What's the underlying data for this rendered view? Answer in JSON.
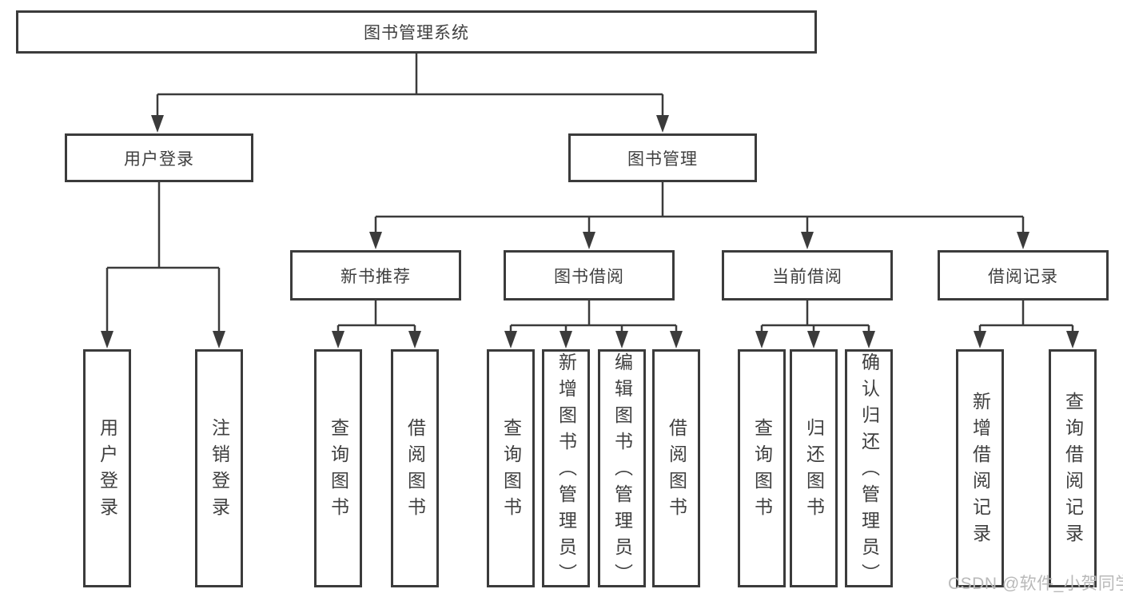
{
  "diagram": {
    "title": "图书管理系统",
    "root": {
      "label": "图书管理系统"
    },
    "level2": [
      {
        "id": "user-login",
        "label": "用户登录"
      },
      {
        "id": "book-management",
        "label": "图书管理"
      }
    ],
    "level3": [
      {
        "id": "new-book-recommend",
        "label": "新书推荐"
      },
      {
        "id": "book-borrow",
        "label": "图书借阅"
      },
      {
        "id": "current-borrow",
        "label": "当前借阅"
      },
      {
        "id": "borrow-records",
        "label": "借阅记录"
      }
    ],
    "leaves": {
      "user_login": [
        "用户登录",
        "注销登录"
      ],
      "new_books": [
        "查询图书",
        "借阅图书"
      ],
      "book_borrow": [
        "查询图书",
        "新增图书（管理员）",
        "编辑图书（管理员）",
        "借阅图书"
      ],
      "current_borrow": [
        "查询图书",
        "归还图书",
        "确认归还（管理员）"
      ],
      "borrow_records": [
        "新增借阅记录",
        "查询借阅记录"
      ]
    }
  },
  "watermark": "CSDN @软件_小贺同学",
  "colors": {
    "line": "#3b3b3b",
    "text": "#3f3f3f",
    "watermark": "#b9b9b9",
    "background": "#ffffff"
  }
}
